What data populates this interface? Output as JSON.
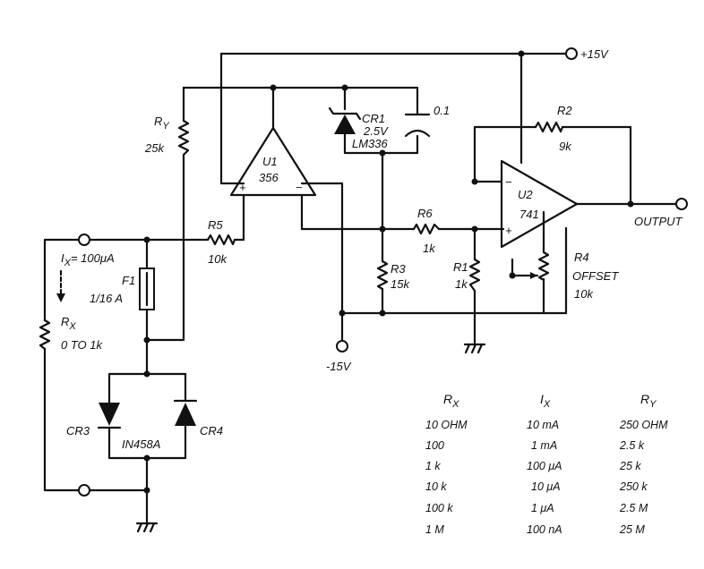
{
  "supplies": {
    "pos": "+15V",
    "neg": "-15V"
  },
  "output_label": "OUTPUT",
  "u1": {
    "ref": "U1",
    "part": "356",
    "plus": "+",
    "minus": "−"
  },
  "u2": {
    "ref": "U2",
    "part": "741",
    "plus": "+",
    "minus": "−"
  },
  "cr1": {
    "ref": "CR1",
    "voltage": "2.5V",
    "part": "LM336"
  },
  "cap": {
    "value": "0.1"
  },
  "ry": {
    "ref": "R",
    "sub": "Y",
    "value": "25k"
  },
  "r5": {
    "ref": "R5",
    "value": "10k"
  },
  "r6": {
    "ref": "R6",
    "value": "1k"
  },
  "r3": {
    "ref": "R3",
    "value": "15k"
  },
  "r1": {
    "ref": "R1",
    "value": "1k"
  },
  "r2": {
    "ref": "R2",
    "value": "9k"
  },
  "r4": {
    "ref": "R4",
    "name": "OFFSET",
    "value": "10k"
  },
  "f1": {
    "ref": "F1",
    "value": "1/16 A"
  },
  "ix": {
    "sym": "I",
    "sub": "X",
    "value": "= 100μA"
  },
  "rx": {
    "sym": "R",
    "sub": "X",
    "range": "0 TO 1k"
  },
  "cr3": {
    "ref": "CR3"
  },
  "cr4": {
    "ref": "CR4"
  },
  "diode_part": "IN458A",
  "table": {
    "headers": [
      {
        "sym": "R",
        "sub": "X"
      },
      {
        "sym": "I",
        "sub": "X"
      },
      {
        "sym": "R",
        "sub": "Y"
      }
    ],
    "rows": [
      [
        "10 OHM",
        "10 mA",
        "250 OHM"
      ],
      [
        "100",
        "1 mA",
        "2.5 k"
      ],
      [
        "1 k",
        "100 μA",
        "25 k"
      ],
      [
        "10 k",
        "10 μA",
        "250 k"
      ],
      [
        "100 k",
        "1 μA",
        "2.5 M"
      ],
      [
        "1 M",
        "100 nA",
        "25 M"
      ]
    ]
  }
}
